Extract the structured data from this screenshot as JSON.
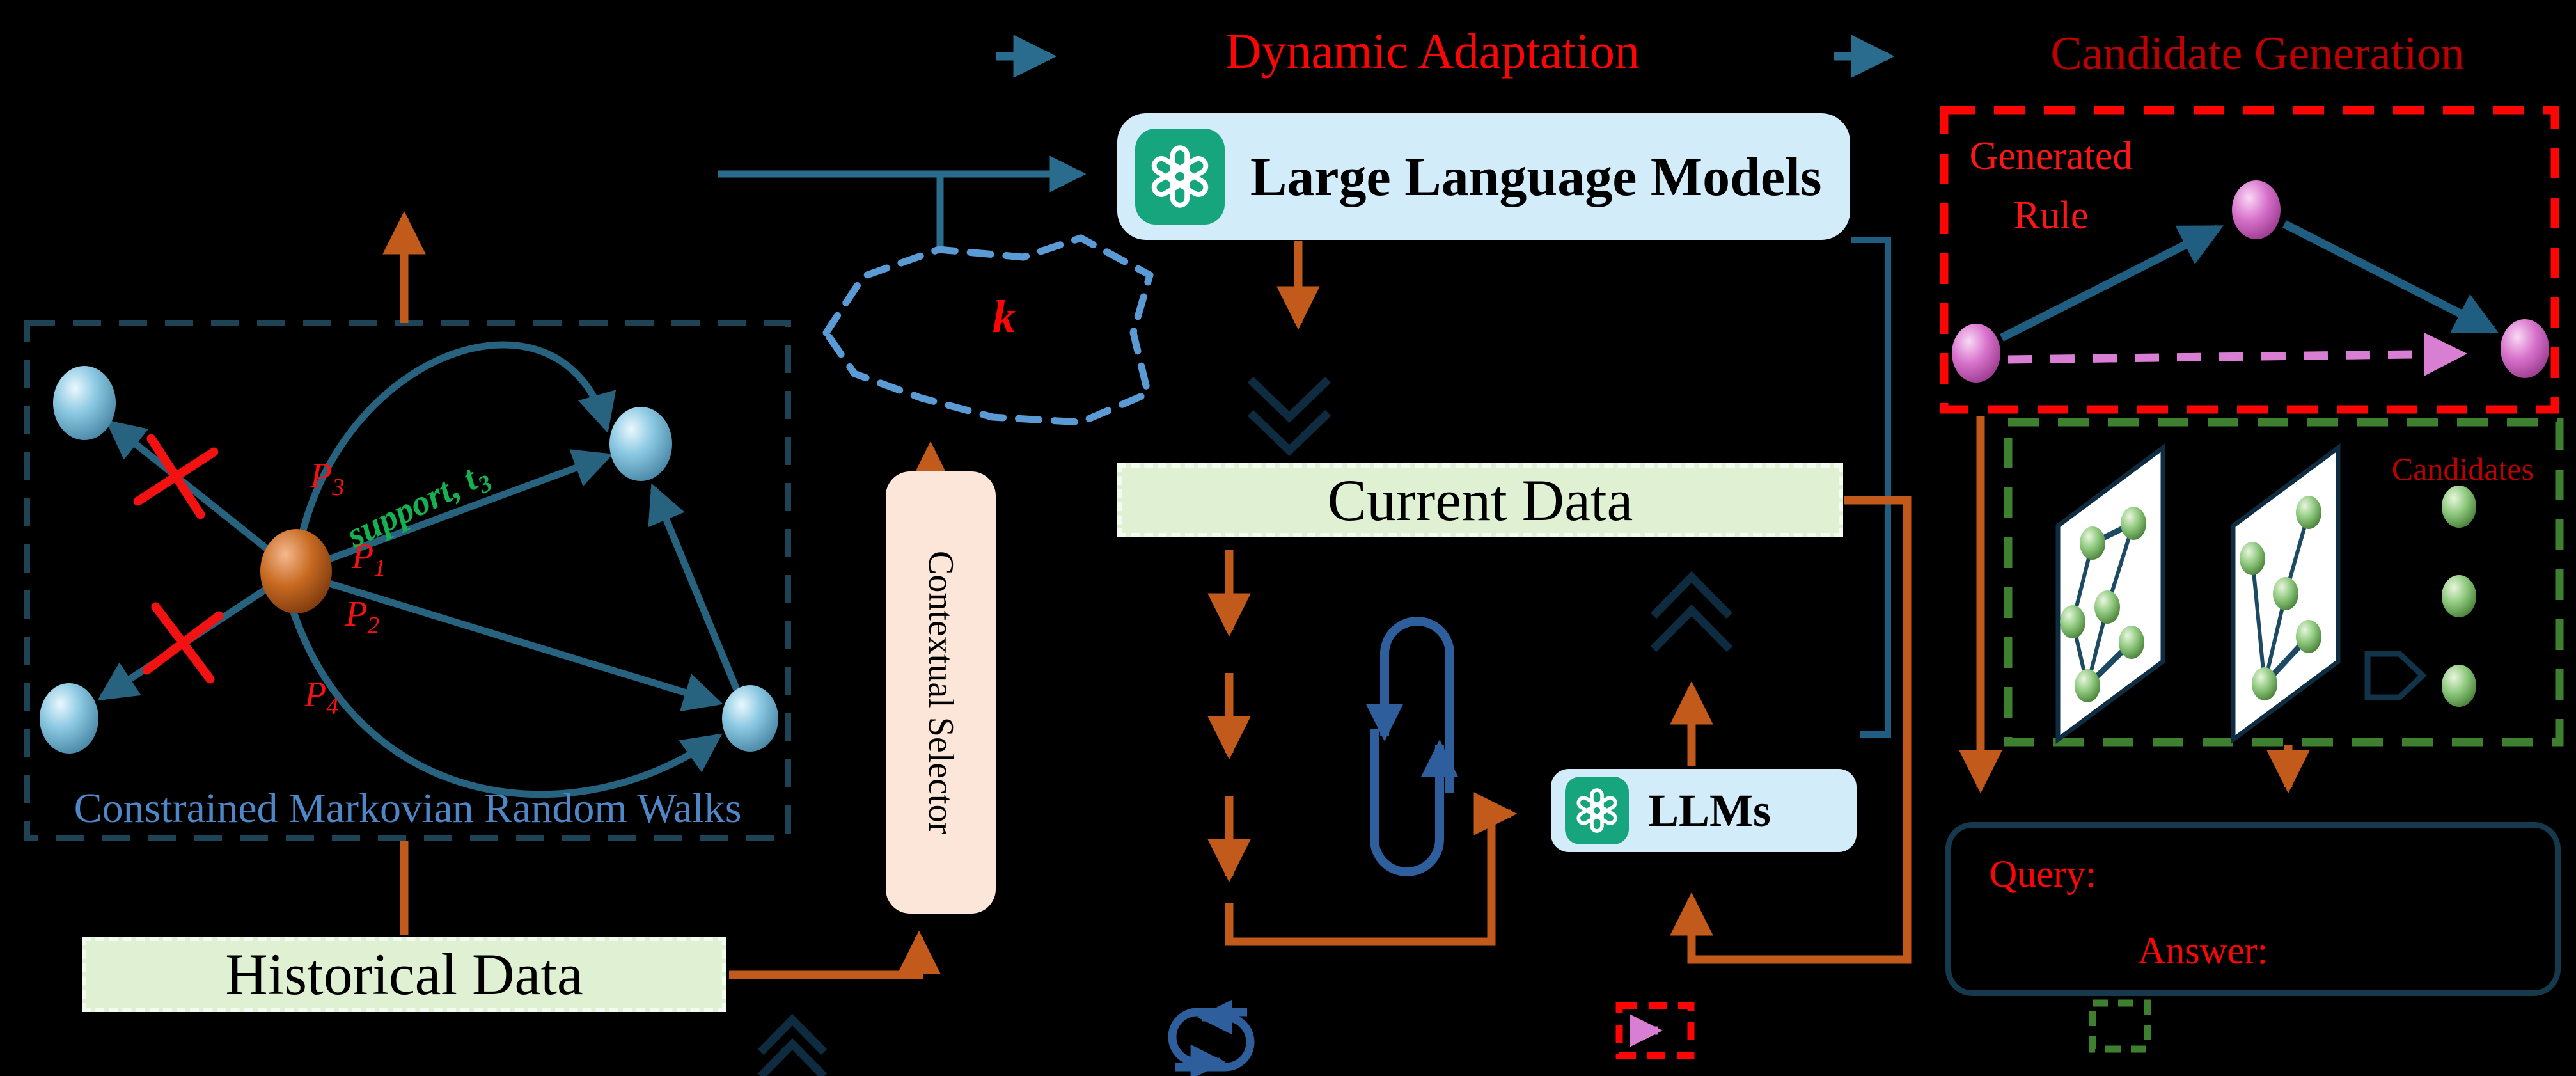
{
  "top_flow": {
    "dynamic_adaptation": "Dynamic Adaptation",
    "candidate_generation": "Candidate Generation"
  },
  "llm": {
    "title": "Large Language Models"
  },
  "llms_small": {
    "title": "LLMs"
  },
  "cmrw": {
    "caption": "Constrained Markovian Random Walks",
    "path_labels": [
      {
        "main": "P",
        "sub": "3"
      },
      {
        "main": "P",
        "sub": "1"
      },
      {
        "main": "P",
        "sub": "2"
      },
      {
        "main": "P",
        "sub": "4"
      }
    ],
    "support_label": {
      "main": "support, t",
      "sub": "3"
    }
  },
  "subgraph_cloud": {
    "label": "k"
  },
  "selector": {
    "label": "Contextual Selector"
  },
  "historical": {
    "label": "Historical Data"
  },
  "current": {
    "label": "Current Data"
  },
  "generated_rule": {
    "line1": "Generated",
    "line2": "Rule"
  },
  "candidates": {
    "label": "Candidates"
  },
  "qa": {
    "query": "Query:",
    "answer": "Answer:"
  },
  "palette": {
    "background": "#000000",
    "bright_red": "#fe0505",
    "dark_red": "#bf0000",
    "support_green": "#17b050",
    "caption_blue": "#4e86c6",
    "connector_blue": "#2a6c8e",
    "graph_edge_teal": "#27627f",
    "navy_icon": "#0f2b40",
    "loop_blue": "#2e5f9c",
    "cloud_dash_blue": "#5b9bd5",
    "orange": "#c25a1c",
    "pink_arrow": "#d97fd3",
    "llm_box_fill": "#d3ecf9",
    "openai_green": "#17a57e",
    "data_box_fill": "#dff0d3",
    "selector_fill": "#fce5d9",
    "rule_box_red": "#fe0505",
    "candidates_box_green": "#3f8030"
  }
}
